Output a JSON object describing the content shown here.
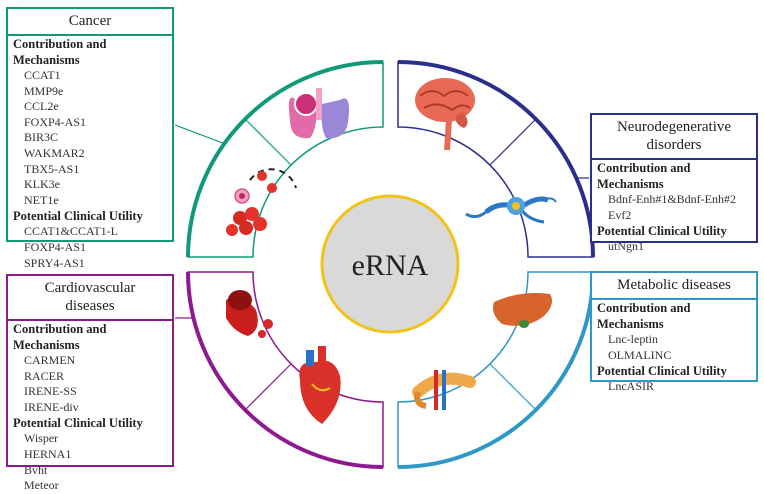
{
  "center": {
    "label": "eRNA"
  },
  "colors": {
    "cancer": "#119a7a",
    "neuro": "#2b2f8c",
    "cardio": "#8e1a91",
    "metabolic": "#2e98c7",
    "center_ring": "#f2c21b",
    "center_fill": "#d9d9d9"
  },
  "icons": {
    "cancer": [
      "lungs-tumor-icon",
      "cancer-cells-icon"
    ],
    "neuro": [
      "brain-icon",
      "neuron-icon"
    ],
    "cardio": [
      "blood-vessel-icon",
      "heart-icon"
    ],
    "metabolic": [
      "liver-icon",
      "pancreas-icon"
    ]
  },
  "cancer": {
    "title": "Cancer",
    "mech_heading": "Contribution and Mechanisms",
    "mechanisms": [
      "CCAT1",
      "MMP9e",
      "CCL2e",
      "FOXP4-AS1",
      "BIR3C",
      "WAKMAR2",
      "TBX5-AS1",
      "KLK3e",
      "NET1e"
    ],
    "clinical_heading": "Potential Clinical Utility",
    "clinical": [
      "CCAT1&CCAT1-L",
      "FOXP4-AS1",
      "SPRY4-AS1"
    ]
  },
  "neuro": {
    "title_line1": "Neurodegenerative",
    "title_line2": "disorders",
    "mech_heading": "Contribution and Mechanisms",
    "mechanisms": [
      "Bdnf-Enh#1&Bdnf-Enh#2",
      "Evf2"
    ],
    "clinical_heading": "Potential Clinical Utility",
    "clinical": [
      "utNgn1"
    ]
  },
  "cardio": {
    "title_line1": "Cardiovascular",
    "title_line2": "diseases",
    "mech_heading": "Contribution and Mechanisms",
    "mechanisms": [
      "CARMEN",
      "RACER",
      "IRENE-SS",
      "IRENE-div"
    ],
    "clinical_heading": "Potential Clinical Utility",
    "clinical": [
      "Wisper",
      "HERNA1",
      "Bvht",
      "Meteor"
    ]
  },
  "metabolic": {
    "title": "Metabolic diseases",
    "mech_heading": "Contribution and Mechanisms",
    "mechanisms": [
      "Lnc-leptin",
      "OLMALINC"
    ],
    "clinical_heading": "Potential Clinical Utility",
    "clinical": [
      "LncASIR"
    ]
  }
}
